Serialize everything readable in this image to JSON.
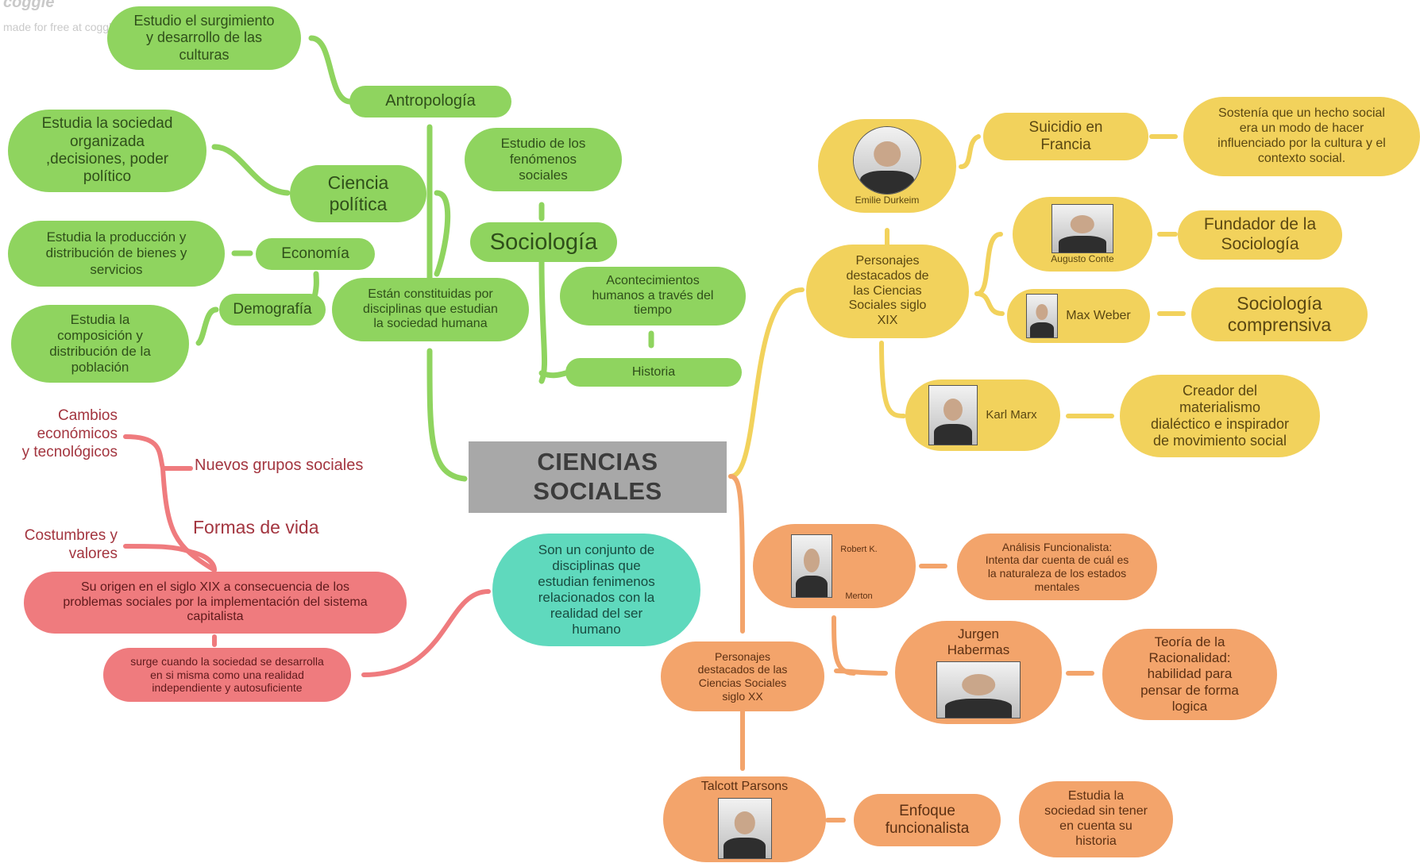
{
  "watermark": {
    "logo": "coggle",
    "text": "made for free at coggle.it"
  },
  "colors": {
    "green": "#8fd45f",
    "yellow": "#f2d25c",
    "orange": "#f3a46b",
    "red": "#ef7b7e",
    "teal": "#5fd9bd",
    "central": "#a8a8a8"
  },
  "central": {
    "title": "CIENCIAS\nSOCIALES"
  },
  "green": {
    "antropologia_desc": "Estudio el surgimiento\ny desarrollo de las\nculturas",
    "antropologia": "Antropología",
    "politica_desc": "Estudia la sociedad\norganizada\n,decisiones, poder\npolítico",
    "politica": "Ciencia\npolítica",
    "sociologia_desc": "Estudio de los\nfenómenos\nsociales",
    "sociologia": "Sociología",
    "economia_desc": "Estudia la producción y\ndistribución de bienes y\nservicios",
    "economia": "Economía",
    "demografia": "Demografía",
    "demografia_desc": "Estudia la\ncomposición y\ndistribución de la\npoblación",
    "disciplinas": "Están constituidas por\ndisciplinas que estudian\nla sociedad humana",
    "historia_desc": "Acontecimientos\nhumanos a través del\ntiempo",
    "historia": "Historia"
  },
  "yellow": {
    "durkheim": "Emilie Durkeim",
    "suicidio": "Suicidio en\nFrancia",
    "suicidio_desc": "Sostenía que un hecho social\nera un modo de hacer\ninfluenciado por la cultura y el\ncontexto social.",
    "personajes": "Personajes\ndestacados de\nlas Ciencias\nSociales siglo\nXIX",
    "comte": "Augusto Conte",
    "fundador": "Fundador de la\nSociología",
    "weber": "Max Weber",
    "comprensiva": "Sociología\ncomprensiva",
    "marx": "Karl Marx",
    "materialismo": "Creador del\nmaterialismo\ndialéctico e inspirador\nde movimiento social"
  },
  "orange": {
    "merton_a": "Robert K.",
    "merton_b": "Merton",
    "funcionalista_desc": "Análisis Funcionalista:\nIntenta dar cuenta de cuál es\nla naturaleza de los estados\nmentales",
    "personajes": "Personajes\ndestacados de las\nCiencias Sociales\nsiglo XX",
    "habermas": "Jurgen\nHabermas",
    "racionalidad": "Teoría de la\nRacionalidad:\nhabilidad para\npensar de forma\nlogica",
    "parsons": "Talcott Parsons",
    "enfoque": "Enfoque\nfuncionalista",
    "enfoque_desc": "Estudia la\nsociedad sin tener\nen cuenta su\nhistoria"
  },
  "teal": {
    "definicion": "Son un conjunto de\ndisciplinas que\nestudian fenimenos\nrelacionados con la\nrealidad del ser\nhumano"
  },
  "red": {
    "cambios": "Cambios\neconómicos\ny tecnológicos",
    "nuevos_grupos": "Nuevos grupos sociales",
    "costumbres": "Costumbres y\nvalores",
    "formas_vida": "Formas de vida",
    "origen": "Su origen en el siglo XIX a consecuencia de los\nproblemas sociales por la implementación del sistema\ncapitalista",
    "surge": "surge cuando la sociedad se desarrolla\nen si misma como una realidad\nindependiente y autosuficiente"
  }
}
